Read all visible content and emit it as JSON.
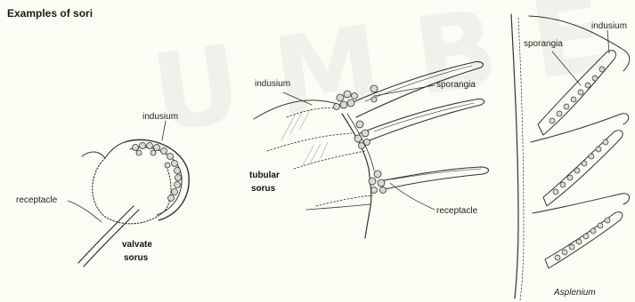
{
  "title": "Examples of sori",
  "labels": {
    "valvate_indusium": "indusium",
    "valvate_receptacle": "receptacle",
    "valvate_name_1": "valvate",
    "valvate_name_2": "sorus",
    "tubular_indusium": "indusium",
    "tubular_sporangia": "sporangia",
    "tubular_name_1": "tubular",
    "tubular_name_2": "sorus",
    "tubular_receptacle": "receptacle",
    "asp_sporangia": "sporangia",
    "asp_indusium": "indusium",
    "asp_genus": "Asplenium"
  },
  "watermark": "UMBE",
  "colors": {
    "background": "#fdfcf4",
    "ink": "#333333",
    "sporangia_fill": "#d8d8d8"
  }
}
